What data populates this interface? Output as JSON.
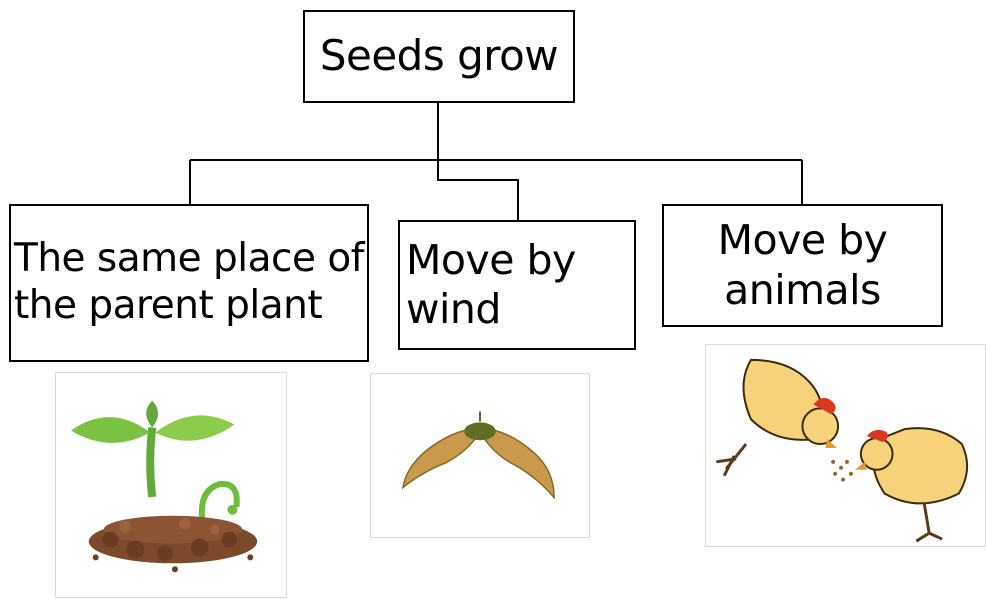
{
  "root": {
    "label": "Seeds grow"
  },
  "branches": [
    {
      "lines": [
        "The same place of",
        "the parent plant"
      ],
      "image": "sprout-in-soil"
    },
    {
      "lines": [
        "Move by",
        "wind"
      ],
      "image": "maple-samara-seed"
    },
    {
      "lines": [
        "Move by",
        "animals"
      ],
      "image": "chickens-eating-seeds"
    }
  ],
  "colors": {
    "line": "#000000",
    "leaf": "#7cc242",
    "soil": "#7a4a2a",
    "chick": "#f6d27a",
    "comb": "#d83a20"
  }
}
